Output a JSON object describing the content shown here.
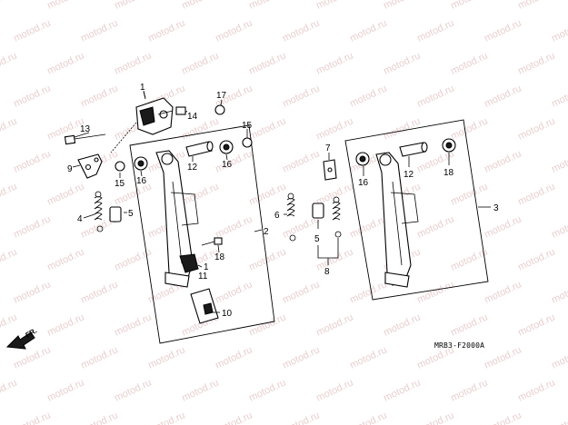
{
  "watermark": "motod.ru",
  "figure_code": "MRB3-F2000A",
  "direction_label": "FR.",
  "colors": {
    "line": "#000000",
    "background": "#ffffff",
    "watermark": "#e9cfcf"
  },
  "callouts": {
    "c1": "1",
    "c1b": "1",
    "c2": "2",
    "c3": "3",
    "c4": "4",
    "c5a": "5",
    "c5b": "5",
    "c6": "6",
    "c7": "7",
    "c8": "8",
    "c9": "9",
    "c10": "10",
    "c11": "11",
    "c12a": "12",
    "c12b": "12",
    "c13": "13",
    "c14": "14",
    "c15a": "15",
    "c15b": "15",
    "c16a": "16",
    "c16b": "16",
    "c16c": "16",
    "c17": "17",
    "c18a": "18",
    "c18b": "18"
  }
}
